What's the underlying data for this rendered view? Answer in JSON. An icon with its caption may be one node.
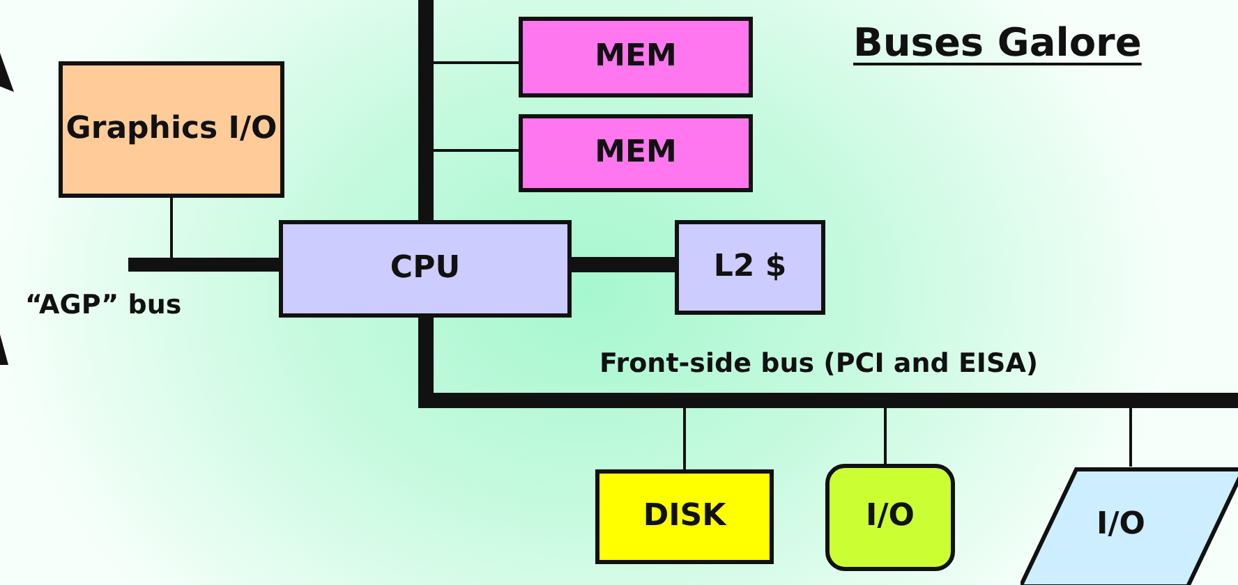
{
  "diagram": {
    "title": "Buses Galore",
    "nodes": [
      {
        "text": [
          "Graphics I/O"
        ]
      },
      {
        "text": [
          "MEM"
        ]
      },
      {
        "text": [
          "MEM"
        ]
      },
      {
        "text": [
          "CPU"
        ]
      },
      {
        "text": [
          "L2 $"
        ]
      },
      {
        "text": [
          "DISK"
        ]
      },
      {
        "text": [
          "I/O"
        ]
      },
      {
        "text": [
          "I/O"
        ]
      },
      {
        "text": [],
        "shape": "bar",
        "beside": [
          "“AGP” bus"
        ]
      },
      {
        "text": [],
        "shape": "bar"
      },
      {
        "text": [],
        "shape": "bar",
        "beside": [
          "Front-side bus (PCI and EISA)"
        ]
      }
    ],
    "edges": [
      {
        "from": 0,
        "to": 8,
        "arrow": "none"
      },
      {
        "from": 1,
        "to": 9,
        "arrow": "none"
      },
      {
        "from": 2,
        "to": 9,
        "arrow": "none"
      },
      {
        "from": 3,
        "to": 4,
        "arrow": "none",
        "style": "thick"
      },
      {
        "from": 3,
        "to": 10,
        "arrow": "none",
        "style": "thick"
      },
      {
        "from": 5,
        "to": 10,
        "arrow": "none"
      },
      {
        "from": 6,
        "to": 10,
        "arrow": "none"
      },
      {
        "from": 7,
        "to": 10,
        "arrow": "none"
      }
    ]
  }
}
